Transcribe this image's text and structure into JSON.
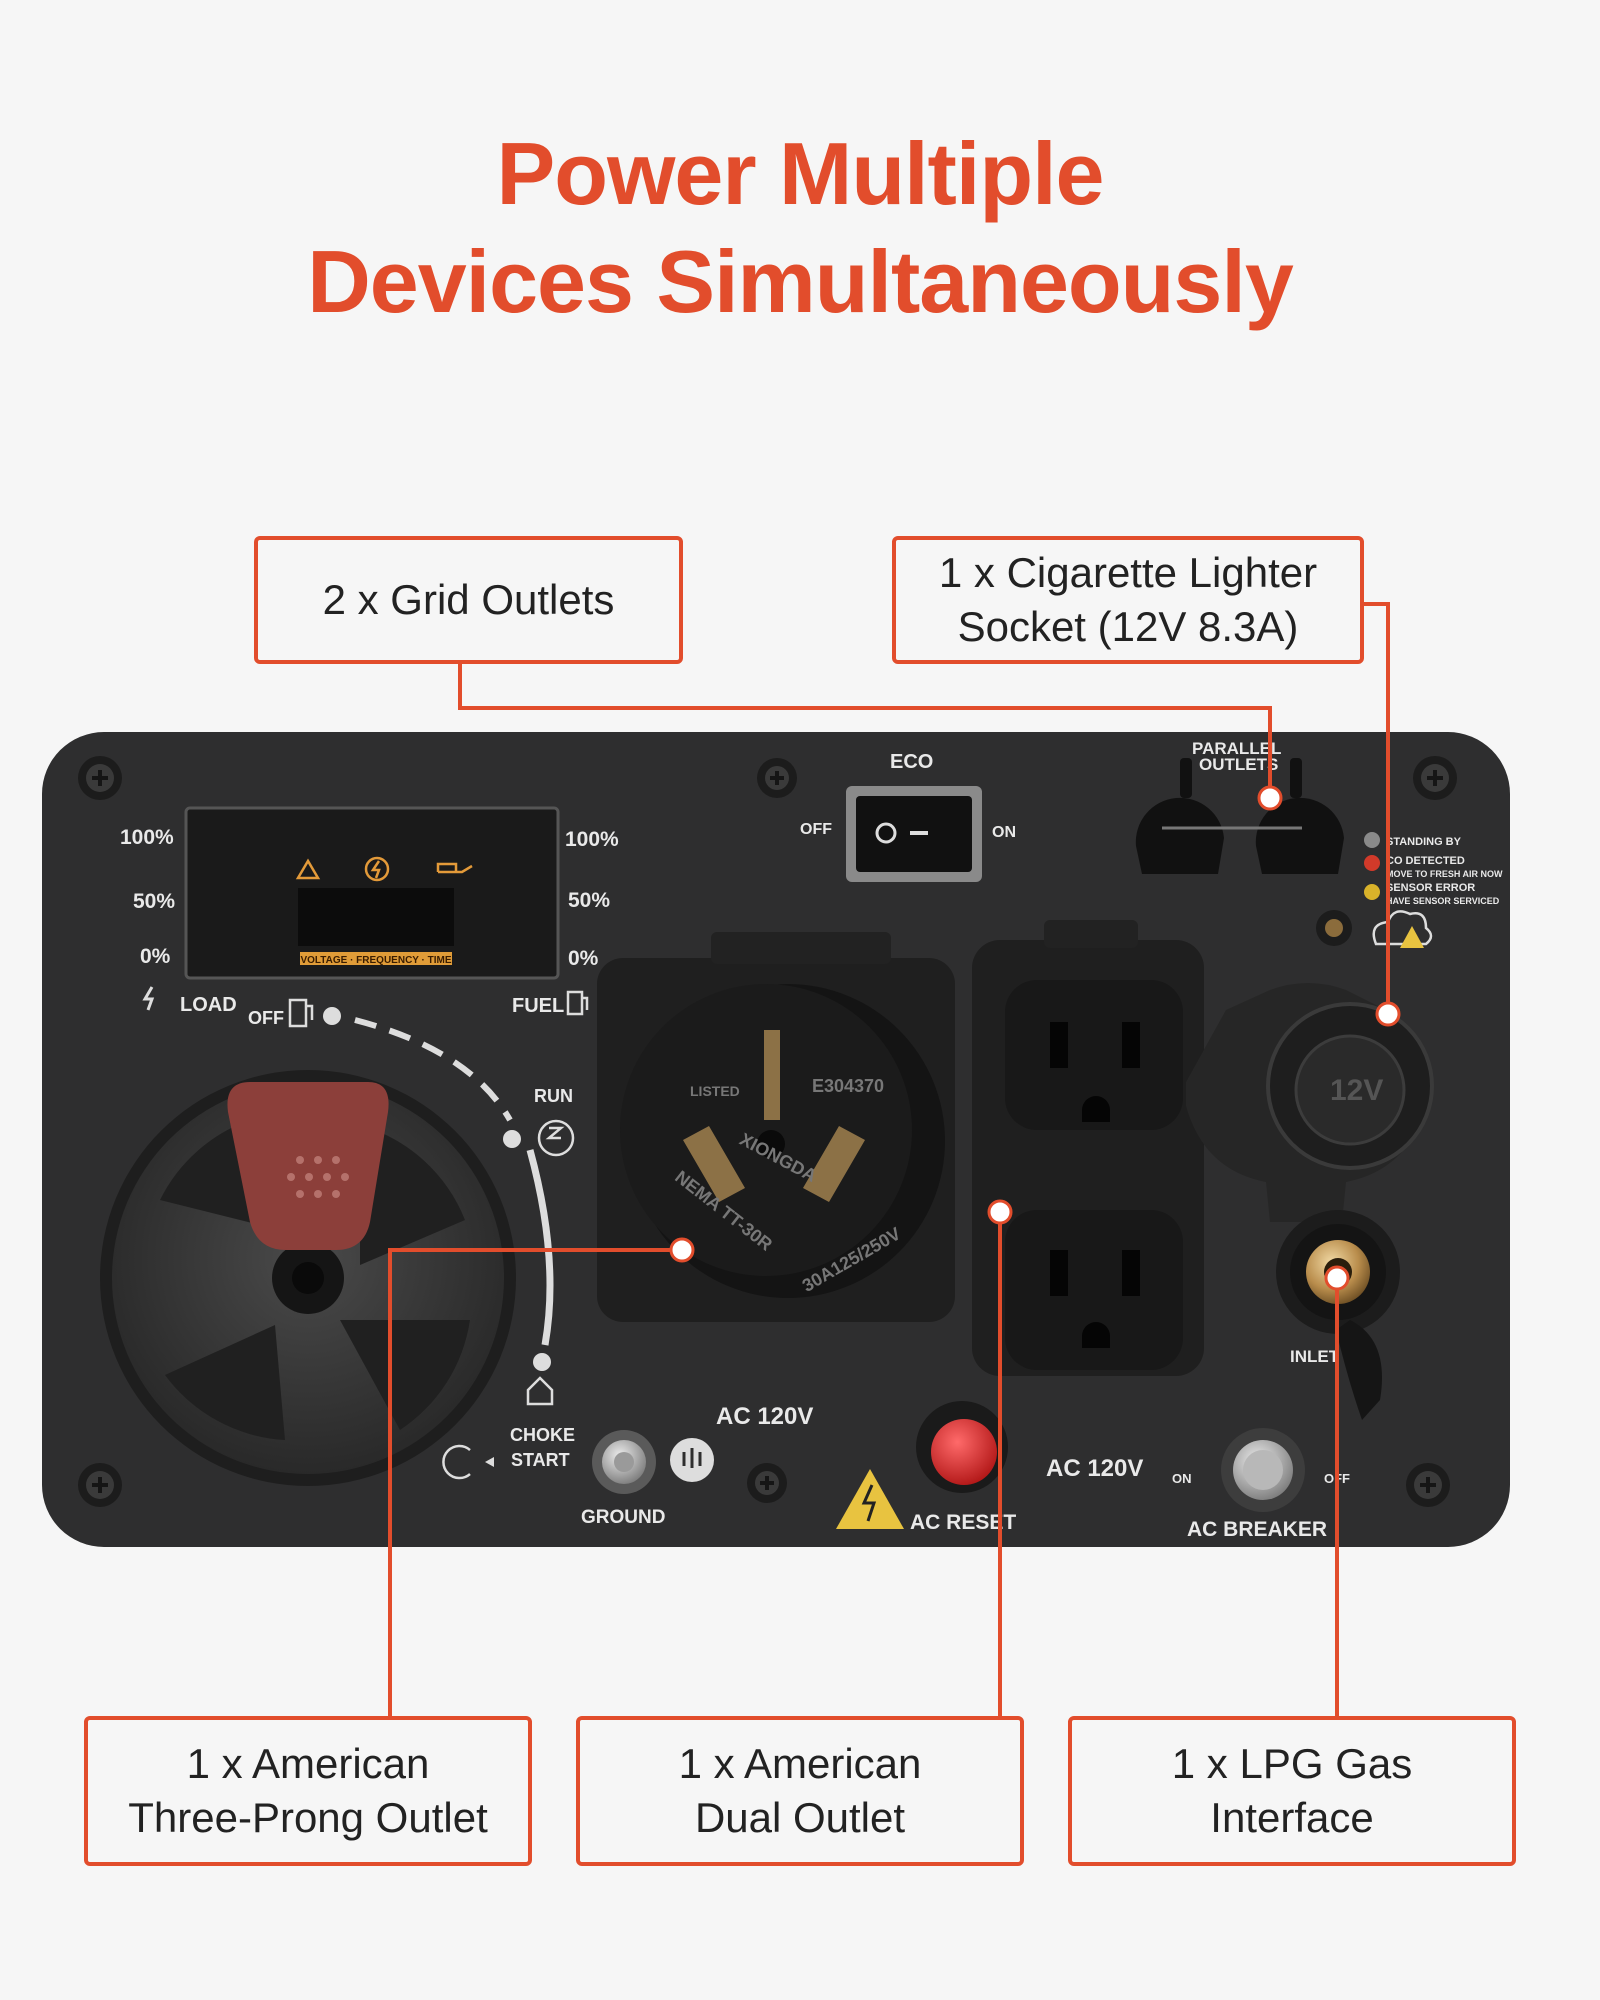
{
  "headline": {
    "line1": "Power Multiple",
    "line2": "Devices Simultaneously"
  },
  "accent_color": "#e24d2c",
  "callouts": {
    "grid_outlets": "2 x Grid Outlets",
    "lighter": {
      "line1": "1 x Cigarette Lighter",
      "line2": "Socket (12V 8.3A)"
    },
    "three_prong": {
      "line1": "1 x American",
      "line2": "Three-Prong Outlet"
    },
    "dual": {
      "line1": "1 x American",
      "line2": "Dual Outlet"
    },
    "lpg": {
      "line1": "1 x LPG Gas",
      "line2": "Interface"
    }
  },
  "panel": {
    "eco": "ECO",
    "eco_off": "OFF",
    "eco_on": "ON",
    "parallel": "PARALLEL",
    "outlets": "OUTLETS",
    "load_100": "100%",
    "load_50": "50%",
    "load_0": "0%",
    "fuel_100": "100%",
    "fuel_50": "50%",
    "fuel_0": "0%",
    "load": "LOAD",
    "fuel": "FUEL",
    "display_caption": "VOLTAGE · FREQUENCY · TIME",
    "off": "OFF",
    "run": "RUN",
    "choke": "CHOKE",
    "start": "START",
    "ground": "GROUND",
    "ac120_left": "AC 120V",
    "ac120_right": "AC 120V",
    "ac_reset": "AC RESET",
    "ac_breaker": "AC BREAKER",
    "breaker_on": "ON",
    "breaker_off": "OFF",
    "inlet": "INLET",
    "socket_12v": "12V",
    "indicators": {
      "standing_by": "STANDING BY",
      "co_detected": "CO DETECTED",
      "move_air": "MOVE TO FRESH AIR NOW",
      "sensor_error": "SENSOR ERROR",
      "serviced": "HAVE SENSOR SERVICED"
    },
    "indicator_colors": {
      "standby": "#8a8a8a",
      "co": "#d23a2a",
      "error": "#d9b22a"
    },
    "plug_text": {
      "cert": "E304370",
      "brand": "XIONGDA",
      "model": "NEMA TT-30R",
      "rating": "30A125/250V",
      "listed": "LISTED"
    }
  }
}
